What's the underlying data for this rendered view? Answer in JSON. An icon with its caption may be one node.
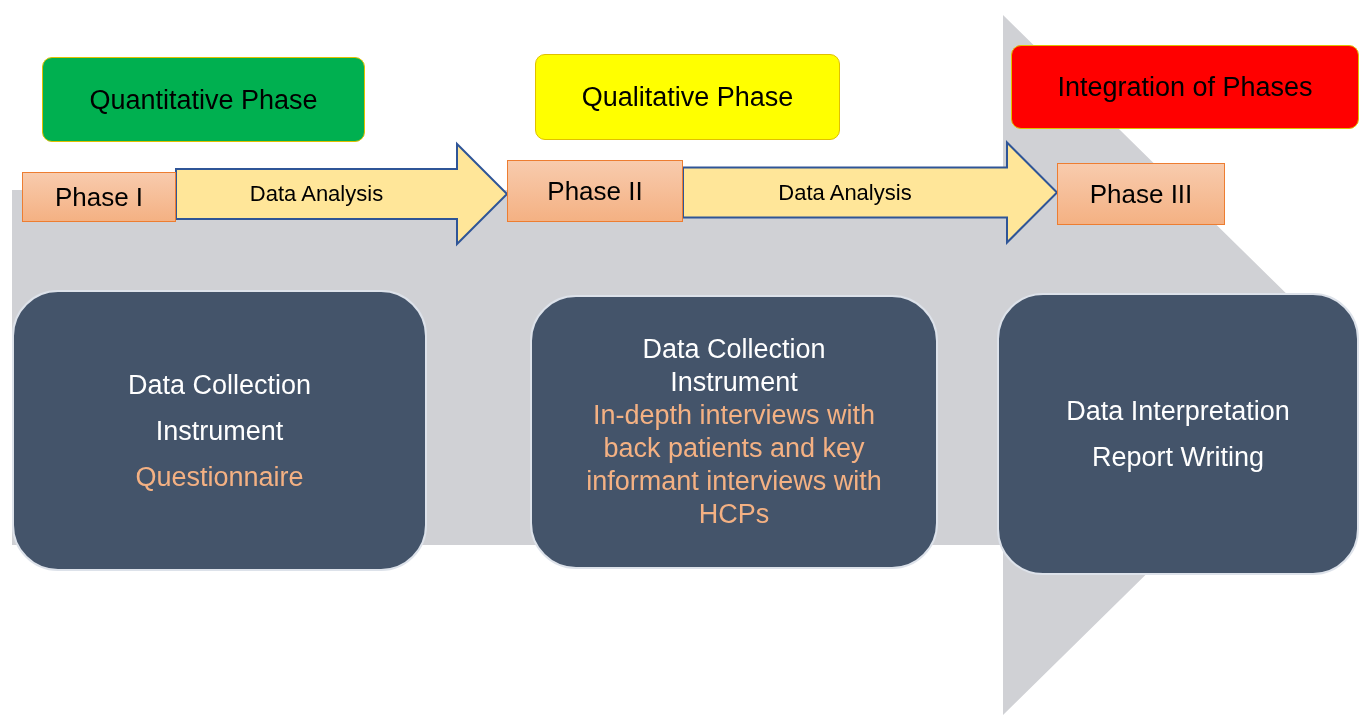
{
  "diagram": {
    "nodes": [
      {
        "text": [
          "Quantitative Phase"
        ]
      },
      {
        "text": [
          "Phase I"
        ]
      },
      {
        "text": [
          "Data Collection Instrument",
          "Questionnaire"
        ]
      },
      {
        "text": [
          "Qualitative Phase"
        ]
      },
      {
        "text": [
          "Phase II"
        ]
      },
      {
        "text": [
          "Data Collection Instrument",
          "In-depth interviews with back patients and key informant interviews with HCPs"
        ]
      },
      {
        "text": [
          "Integration of Phases"
        ]
      },
      {
        "text": [
          "Phase III"
        ]
      },
      {
        "text": [
          "Data Interpretation",
          "Report Writing"
        ]
      }
    ],
    "edges": [
      {
        "from": 1,
        "to": 4,
        "arrow": "to",
        "label": "Data Analysis"
      },
      {
        "from": 4,
        "to": 7,
        "arrow": "to",
        "label": "Data Analysis"
      },
      {
        "from": 2,
        "to": 8,
        "arrow": "to",
        "color": "#d0d1d5"
      }
    ]
  }
}
